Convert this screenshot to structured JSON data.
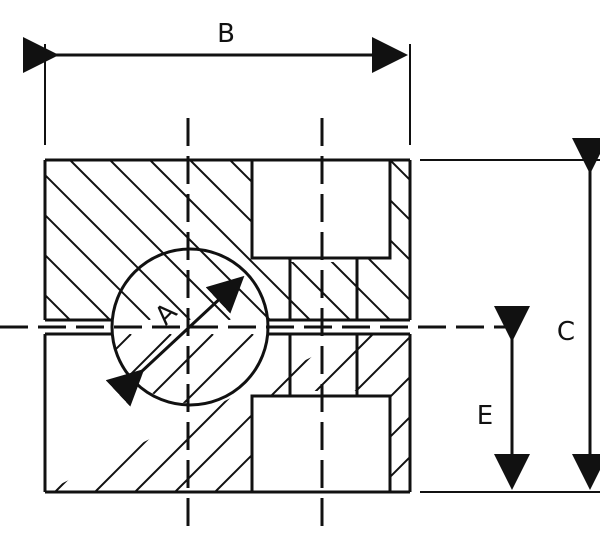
{
  "labels": {
    "b": "B",
    "c": "C",
    "e": "E",
    "a": "A"
  },
  "colors": {
    "ink": "#111111",
    "background": "#ffffff"
  }
}
